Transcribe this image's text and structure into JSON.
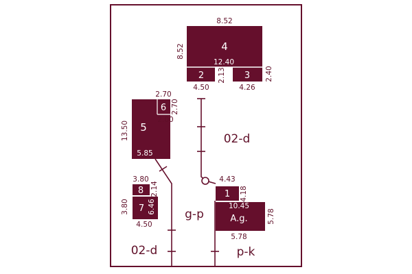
{
  "colors": {
    "maroon": "#650f2c",
    "ink": "#5f0f28",
    "background": "#ffffff"
  },
  "zones": {
    "upper_right": "02-d",
    "lower_left": "02-d",
    "middle": "g-p",
    "lower_right": "p-k"
  },
  "plots": {
    "p4": {
      "label": "4",
      "top": "8.52",
      "left": "8.52",
      "bottom": "12.40"
    },
    "p2": {
      "label": "2",
      "bottom": "4.50",
      "right": "2.13"
    },
    "p3": {
      "label": "3",
      "bottom": "4.26",
      "right": "2.40"
    },
    "p6": {
      "label": "6",
      "top": "2.70",
      "right": "2.70",
      "bottom": "2.00"
    },
    "p5": {
      "label": "5",
      "left": "13.50",
      "bottom": "5.85"
    },
    "p8": {
      "label": "8",
      "top": "3.80",
      "right": "2.14"
    },
    "p7": {
      "label": "7",
      "left": "3.80",
      "right": "6.46",
      "bottom": "4.50"
    },
    "p1": {
      "label": "1",
      "top": "4.43",
      "right": "4.18"
    },
    "pag": {
      "label": "A.g.",
      "top": "10.45",
      "right": "5.78",
      "bottom": "5.78"
    }
  }
}
